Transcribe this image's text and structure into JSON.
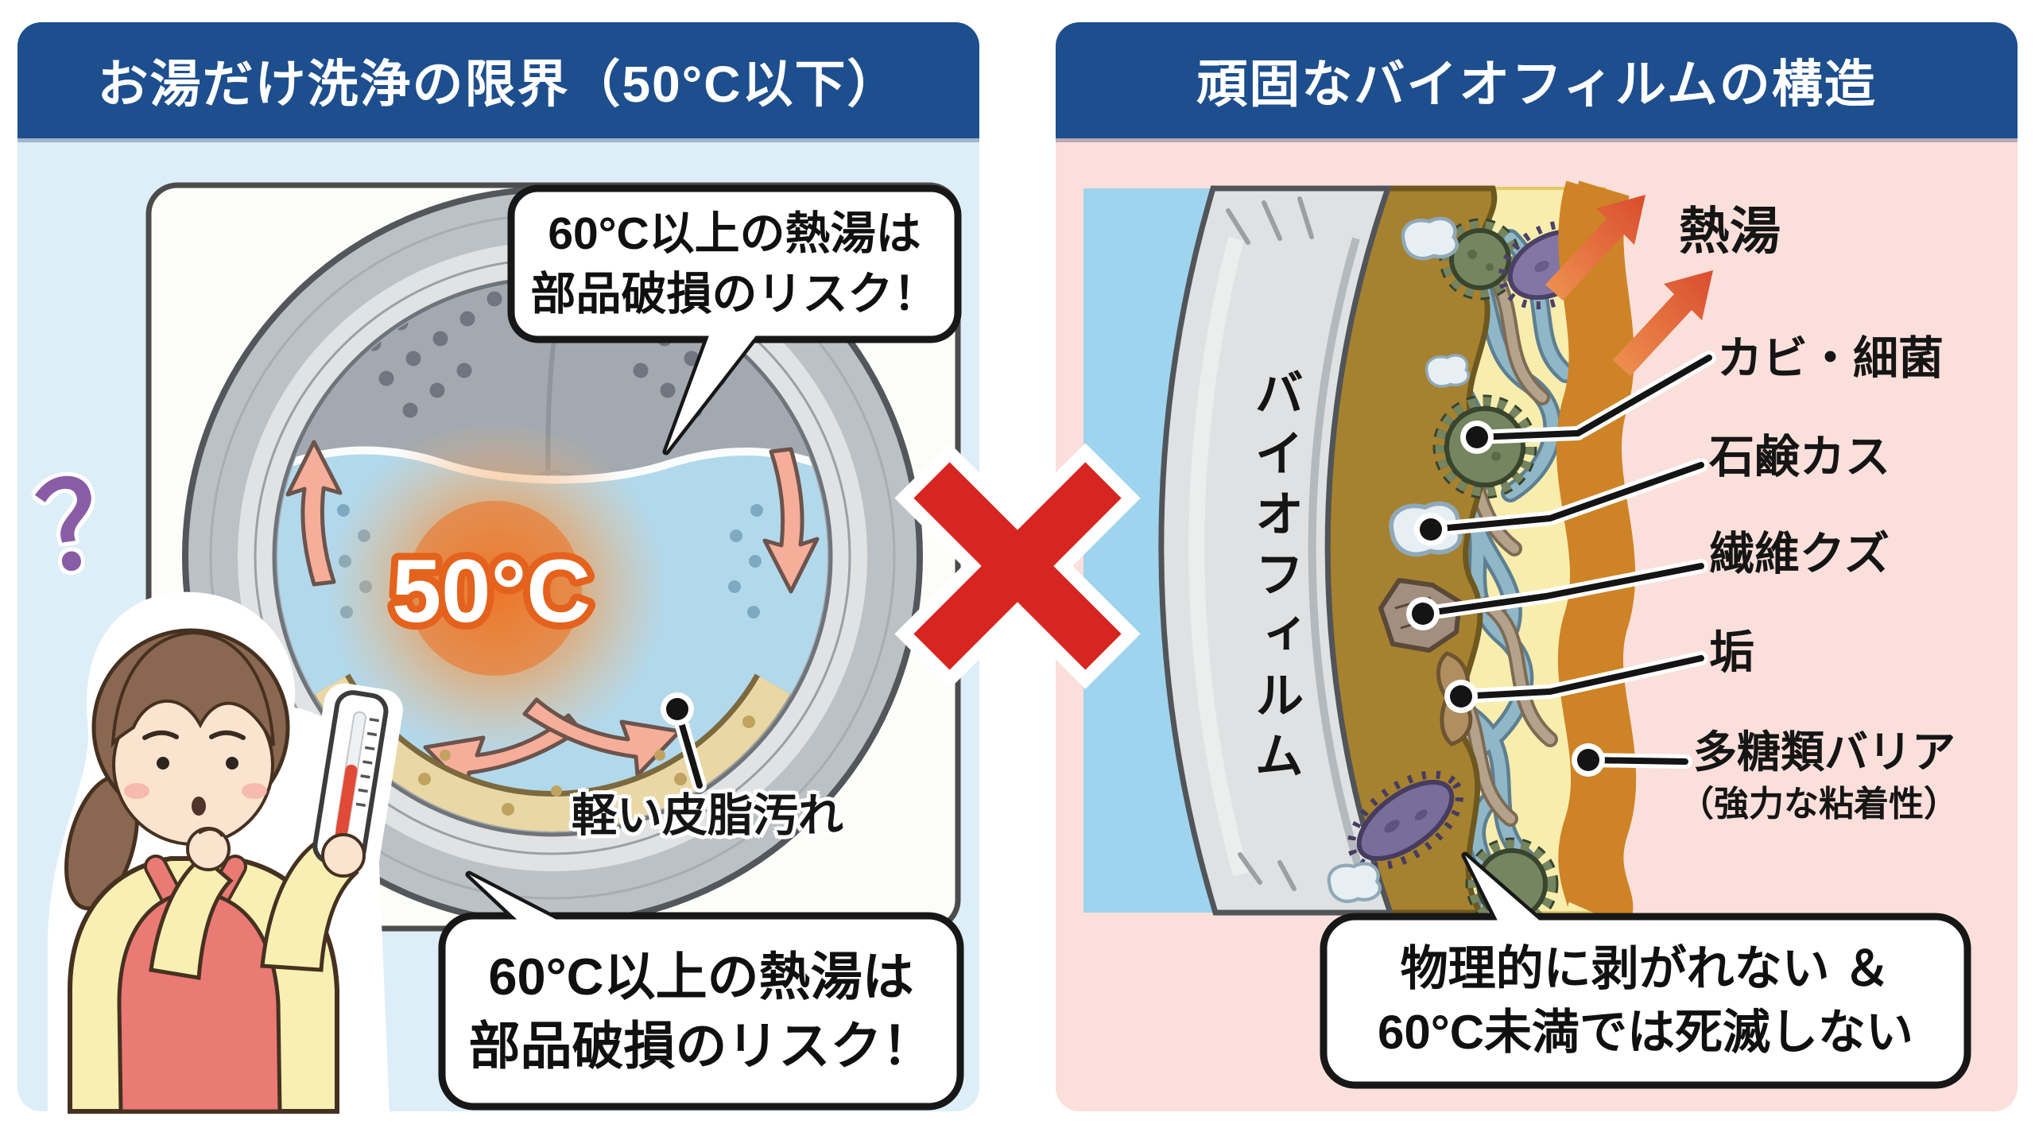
{
  "left_panel": {
    "title": "お湯だけ洗浄の限界（50°C以下）",
    "warning_bubble_top": {
      "line1": "60°C以上の熱湯は",
      "line2": "部品破損のリスク！"
    },
    "warning_bubble_bottom": {
      "line1": "60°C以上の熱湯は",
      "line2": "部品破損のリスク！"
    },
    "water_temp": "50°C",
    "dirt_label": "軽い皮脂汚れ",
    "question_mark": "？"
  },
  "right_panel": {
    "title": "頑固なバイオフィルムの構造",
    "drum_layer_label": "バイオフィルム",
    "hot_water_label": "熱湯",
    "component_labels": {
      "mold": "カビ・細菌",
      "soap_scum": "石鹸カス",
      "fiber_lint": "繊維クズ",
      "grime": "垢",
      "barrier": "多糖類バリア",
      "barrier_note": "（強力な粘着性）"
    },
    "conclusion_bubble": {
      "line1": "物理的に剥がれない ＆",
      "line2": "60°C未満では死滅しない"
    }
  },
  "colors": {
    "header_blue": "#1d4e8e",
    "panel_blue": "#ddeef8",
    "panel_pink": "#fbdfda",
    "x_red": "#d7261f",
    "temp_orange": "#e4621d",
    "water_blue": "#b2d8ec",
    "biofilm_yellow": "#f8edad",
    "barrier_orange": "#f2a440"
  }
}
